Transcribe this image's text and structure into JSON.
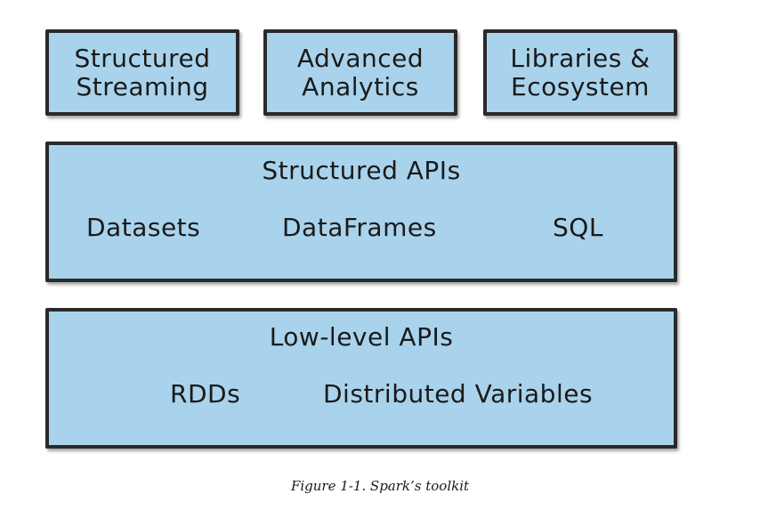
{
  "top_boxes": [
    {
      "line1": "Structured",
      "line2": "Streaming"
    },
    {
      "line1": "Advanced",
      "line2": "Analytics"
    },
    {
      "line1": "Libraries &",
      "line2": "Ecosystem"
    }
  ],
  "structured_apis": {
    "title": "Structured APIs",
    "items": [
      "Datasets",
      "DataFrames",
      "SQL"
    ]
  },
  "low_level_apis": {
    "title": "Low-level APIs",
    "items": [
      "RDDs",
      "Distributed Variables"
    ]
  },
  "caption": "Figure 1-1. Spark’s toolkit",
  "colors": {
    "box_fill": "#a9d3ec",
    "box_border": "#2a2a2a"
  }
}
